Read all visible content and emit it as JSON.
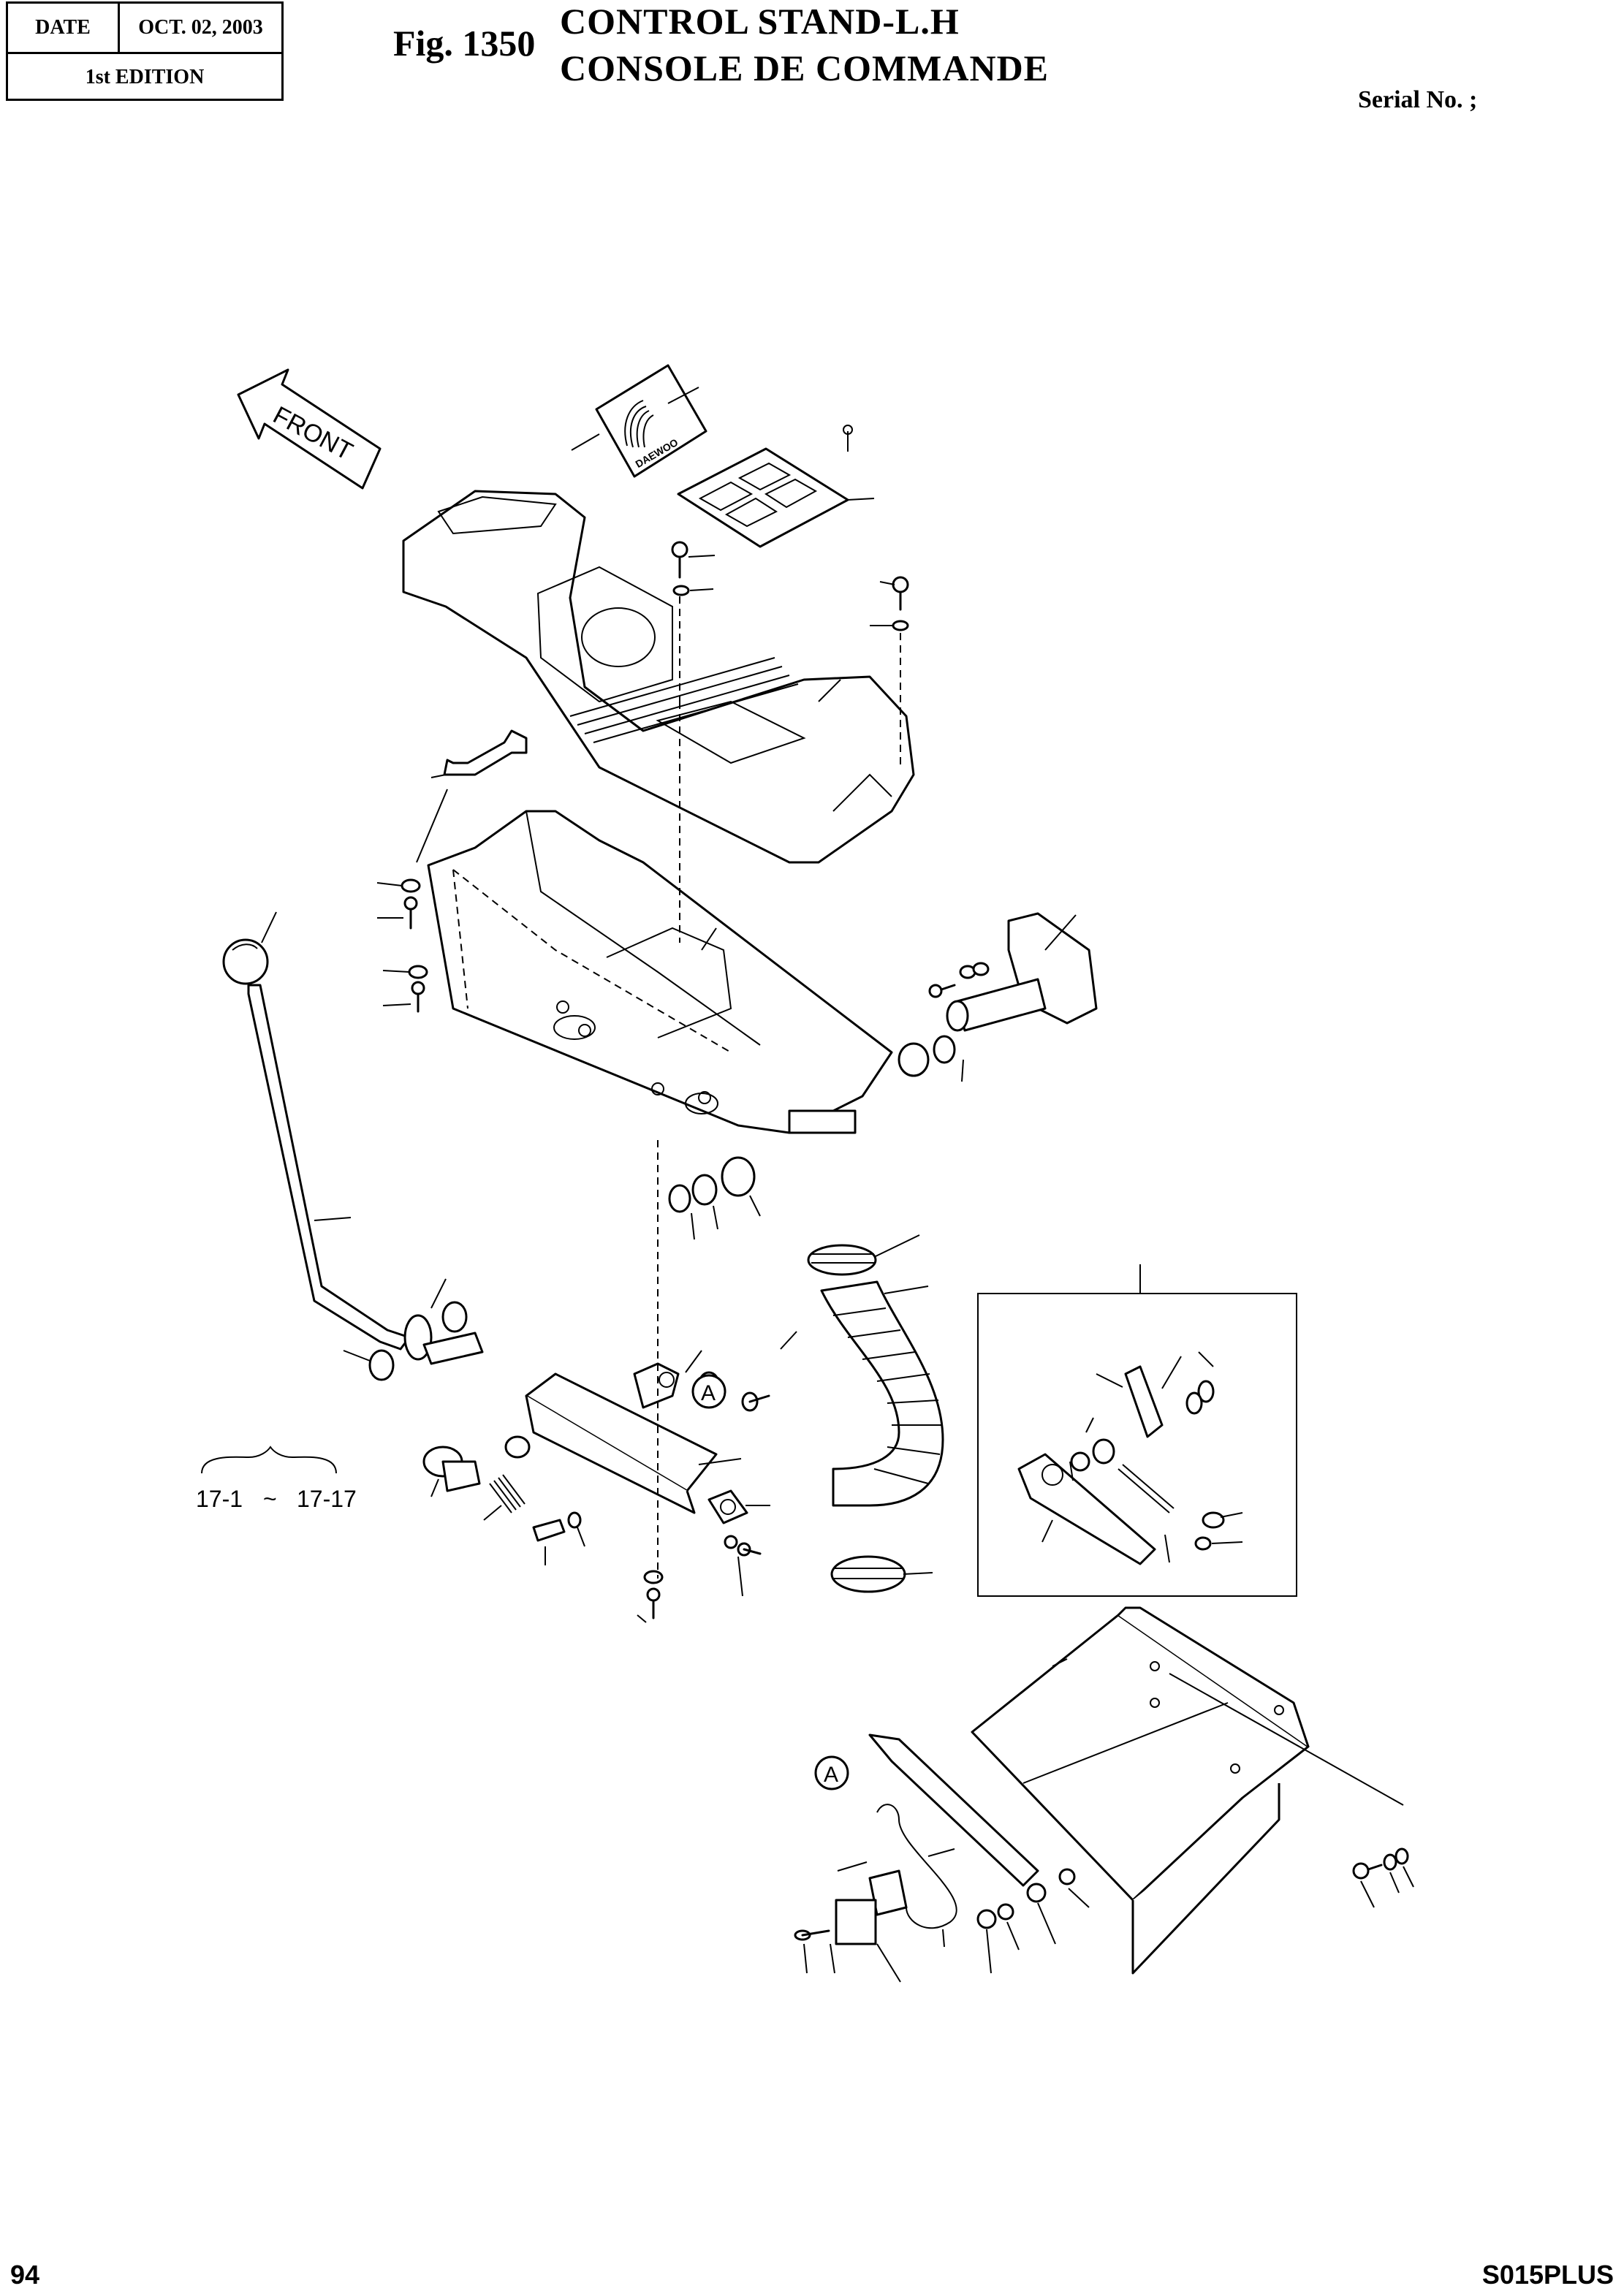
{
  "header": {
    "date_label": "DATE",
    "date_value": "OCT. 02, 2003",
    "edition": "1st  EDITION",
    "fig_label": "Fig. 1350",
    "title_en": "CONTROL STAND-L.H",
    "title_fr": "CONSOLE DE COMMANDE",
    "serial": "Serial No. ;"
  },
  "drawing": {
    "front_arrow": "FRONT",
    "callout_a": "A",
    "range_start": "17-1",
    "range_sep": "~",
    "range_end": "17-17",
    "logo_text": "DAEWOO"
  },
  "footer": {
    "page_number": "94",
    "model": "S015PLUS"
  }
}
